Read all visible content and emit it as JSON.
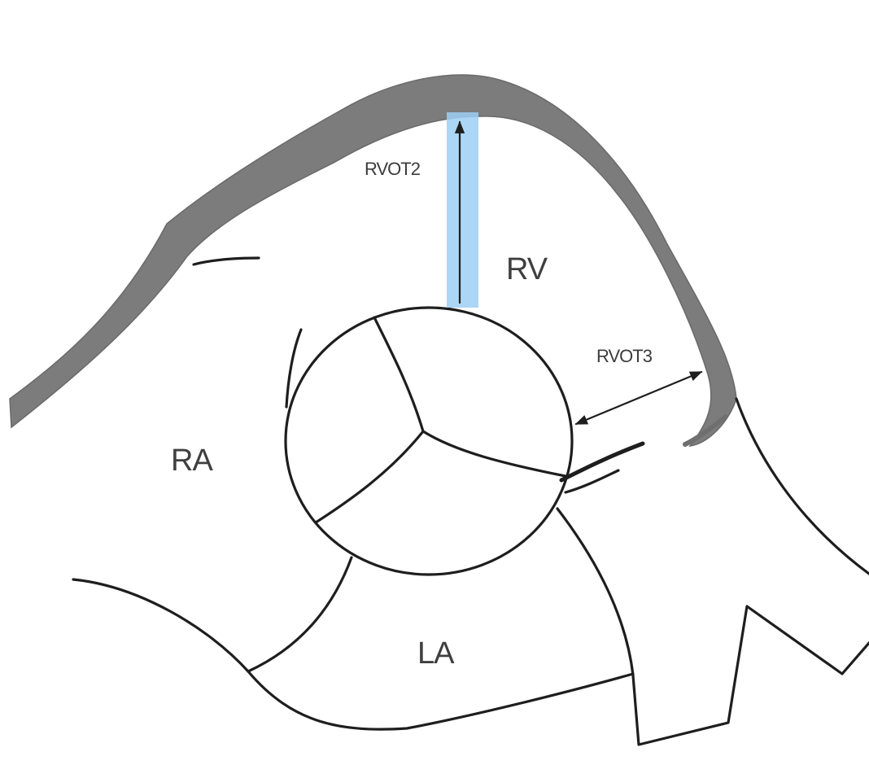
{
  "labels": {
    "ra": "RA",
    "rv": "RV",
    "la": "LA",
    "rvot2": "RVOT2",
    "rvot3": "RVOT3"
  },
  "colors": {
    "wall": "#7c7c7c",
    "outline": "#1e1e1e",
    "highlight": "#9ecff5",
    "text": "#3f3f3f"
  }
}
